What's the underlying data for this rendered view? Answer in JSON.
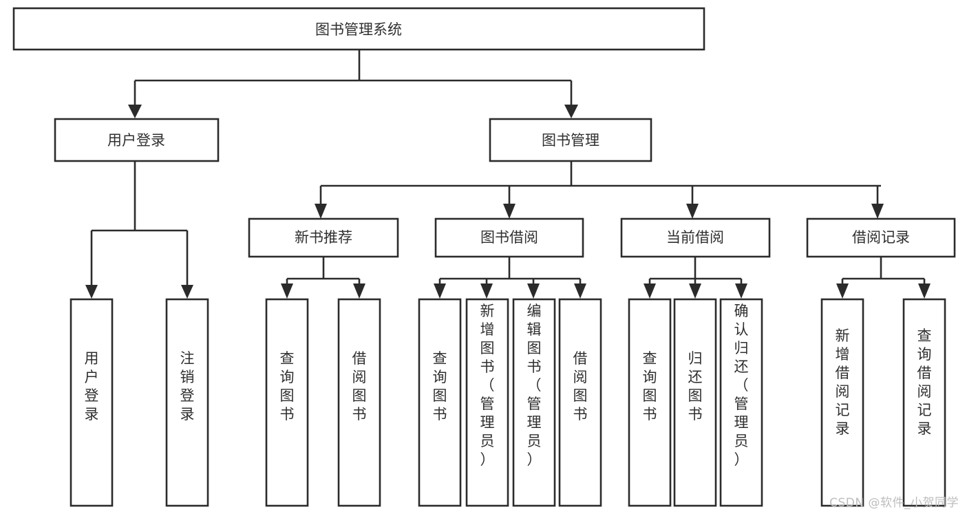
{
  "diagram": {
    "title": "图书管理系统",
    "type": "tree-hierarchy-chart",
    "root": {
      "id": "root",
      "label": "图书管理系统"
    },
    "level1": [
      {
        "id": "user-login",
        "label": "用户登录"
      },
      {
        "id": "book-manage",
        "label": "图书管理"
      }
    ],
    "level2": [
      {
        "id": "new-book-rec",
        "label": "新书推荐",
        "parent": "book-manage"
      },
      {
        "id": "book-borrow",
        "label": "图书借阅",
        "parent": "book-manage"
      },
      {
        "id": "current-borrow",
        "label": "当前借阅",
        "parent": "book-manage"
      },
      {
        "id": "borrow-record",
        "label": "借阅记录",
        "parent": "book-manage"
      }
    ],
    "leaves": {
      "user-login": [
        {
          "id": "leaf-user-login",
          "label": "用户登录"
        },
        {
          "id": "leaf-user-logout",
          "label": "注销登录"
        }
      ],
      "new-book-rec": [
        {
          "id": "leaf-query-book-1",
          "label": "查询图书"
        },
        {
          "id": "leaf-borrow-book-1",
          "label": "借阅图书"
        }
      ],
      "book-borrow": [
        {
          "id": "leaf-query-book-2",
          "label": "查询图书"
        },
        {
          "id": "leaf-add-book",
          "label": "新增图书（管理员）"
        },
        {
          "id": "leaf-edit-book",
          "label": "编辑图书（管理员）"
        },
        {
          "id": "leaf-borrow-book-2",
          "label": "借阅图书"
        }
      ],
      "current-borrow": [
        {
          "id": "leaf-query-book-3",
          "label": "查询图书"
        },
        {
          "id": "leaf-return-book",
          "label": "归还图书"
        },
        {
          "id": "leaf-confirm-return",
          "label": "确认归还（管理员）"
        }
      ],
      "borrow-record": [
        {
          "id": "leaf-add-record",
          "label": "新增借阅记录"
        },
        {
          "id": "leaf-query-record",
          "label": "查询借阅记录"
        }
      ]
    }
  },
  "watermark": {
    "text": "CSDN @软件_小贺同学"
  },
  "colors": {
    "stroke": "#2b2b2b",
    "fill": "#ffffff",
    "text": "#2f2f2f",
    "watermark": "#bdbdbd",
    "background": "#ffffff"
  }
}
